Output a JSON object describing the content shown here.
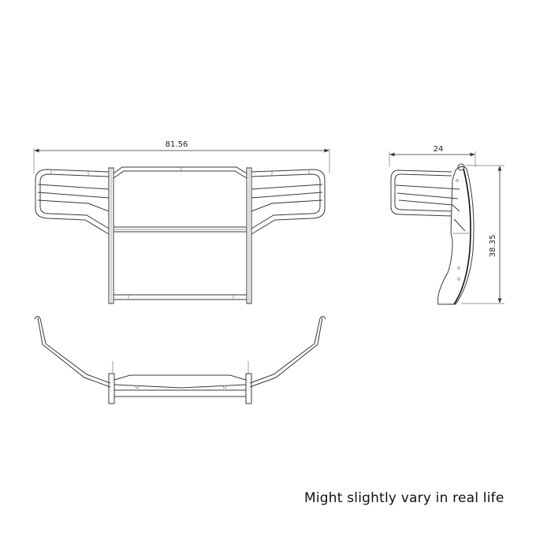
{
  "front_view": {
    "width_dimension": "81.56"
  },
  "side_view": {
    "depth_dimension": "24",
    "height_dimension": "38.35"
  },
  "top_view": {},
  "caption": "Might slightly vary in real life",
  "colors": {
    "line": "#3a3a3a",
    "background": "#ffffff",
    "text": "#111111"
  }
}
